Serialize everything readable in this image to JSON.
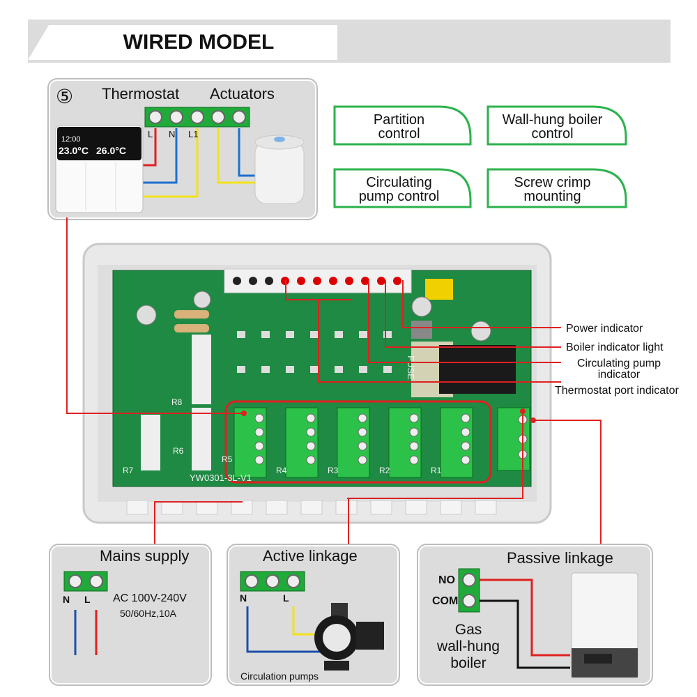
{
  "header": {
    "title": "WIRED MODEL"
  },
  "top_panel": {
    "step_number": "⑤",
    "thermostat_label": "Thermostat",
    "actuators_label": "Actuators",
    "terminal_labels": [
      "L",
      "N",
      "L1"
    ],
    "thermostat_display": {
      "time": "12:00",
      "temp_left": "23.0°C",
      "temp_right": "26.0°C"
    }
  },
  "features": [
    {
      "line1": "Partition",
      "line2": "control"
    },
    {
      "line1": "Wall-hung boiler",
      "line2": "control"
    },
    {
      "line1": "Circulating",
      "line2": "pump control"
    },
    {
      "line1": "Screw crimp",
      "line2": "mounting"
    }
  ],
  "indicators": {
    "power": "Power indicator",
    "boiler": "Boiler indicator light",
    "pump_line1": "Circulating pump",
    "pump_line2": "indicator",
    "thermostat": "Thermostat port indicator"
  },
  "board": {
    "model": "YW0301-3L-V1",
    "fuse": "FUSE",
    "relay_labels": [
      "R4",
      "R3",
      "R2",
      "R1"
    ],
    "left_labels": [
      "R8",
      "R7",
      "R6",
      "R5"
    ]
  },
  "mains": {
    "title": "Mains supply",
    "terminal_labels": [
      "N",
      "L"
    ],
    "spec_line1": "AC 100V-240V",
    "spec_line2": "50/60Hz,10A"
  },
  "active": {
    "title": "Active linkage",
    "terminal_labels": [
      "N",
      "L"
    ],
    "caption": "Circulation pumps"
  },
  "passive": {
    "title": "Passive linkage",
    "no_label": "NO",
    "com_label": "COM",
    "device_line1": "Gas",
    "device_line2": "wall-hung",
    "device_line3": "boiler"
  },
  "colors": {
    "accent_green": "#2bb24c",
    "wire_red": "#e02020",
    "wire_blue": "#1d6fd1",
    "wire_yellow": "#f2e21a",
    "pcb_green": "#1f8a43",
    "panel_gray": "#dcdcdc"
  }
}
